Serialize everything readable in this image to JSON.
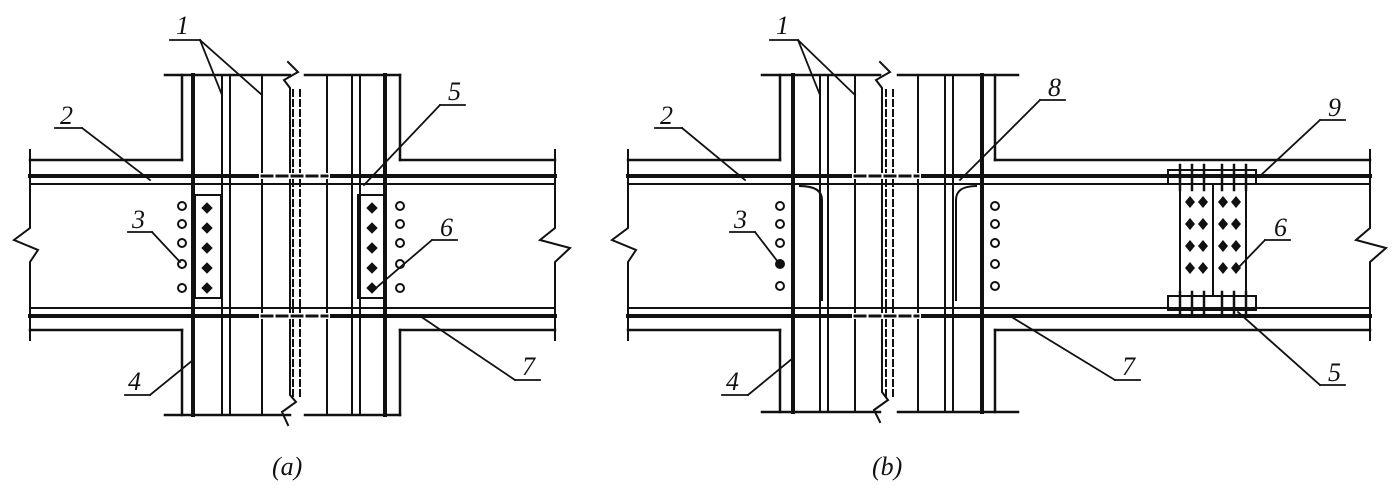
{
  "panels": [
    {
      "caption": "(a)",
      "labels": {
        "n1": "1",
        "n2": "2",
        "n3": "3",
        "n4": "4",
        "n5": "5",
        "n6": "6",
        "n7": "7"
      }
    },
    {
      "caption": "(b)",
      "labels": {
        "n1": "1",
        "n2": "2",
        "n3": "3",
        "n4": "4",
        "n5": "5",
        "n6": "6",
        "n7": "7",
        "n8": "8",
        "n9": "9"
      }
    }
  ],
  "colors": {
    "ink": "#111111",
    "background": "#ffffff"
  }
}
